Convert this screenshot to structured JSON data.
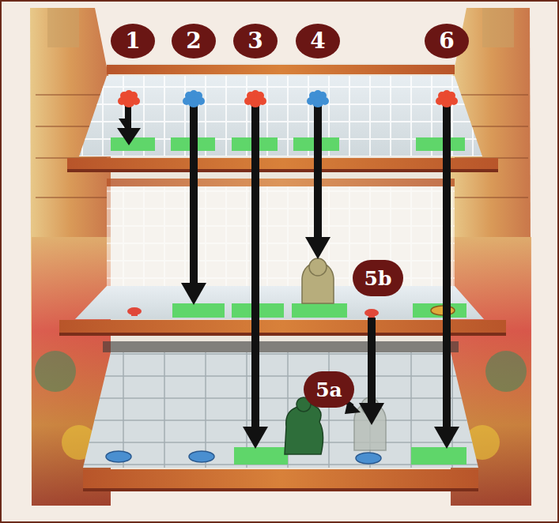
{
  "diagram": {
    "labels": [
      "1",
      "2",
      "3",
      "4",
      "6",
      "5b",
      "5a"
    ]
  }
}
